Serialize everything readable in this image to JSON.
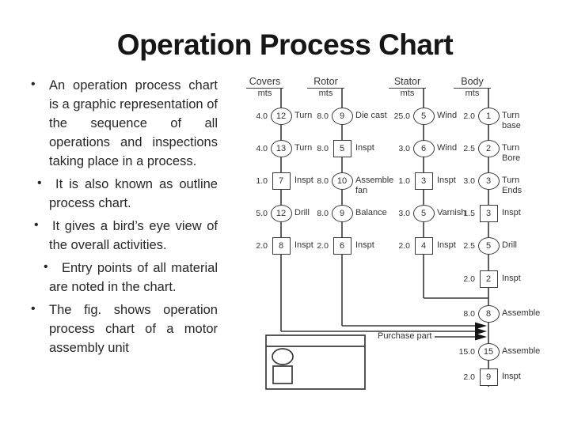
{
  "slide": {
    "title": "Operation Process Chart"
  },
  "bullets_meta": {
    "char": "•"
  },
  "bullets": [
    "An operation process chart is a graphic representation of the sequence of all operations and inspections taking place in a process.",
    "It is also known as outline process chart.",
    "It gives a bird’s eye view of the overall activities.",
    "Entry points of all material are noted in the chart.",
    "The fig. shows operation process chart of a motor assembly unit"
  ],
  "diagram": {
    "purchase_label": "Purchase part",
    "columns": [
      {
        "name": "Covers",
        "sub": "mts",
        "nodes": [
          {
            "shape": "circle",
            "time": "4.0",
            "num": "12",
            "label": "Turn"
          },
          {
            "shape": "circle",
            "time": "4.0",
            "num": "13",
            "label": "Turn"
          },
          {
            "shape": "square",
            "time": "1.0",
            "num": "7",
            "label": "Inspt"
          },
          {
            "shape": "circle",
            "time": "5.0",
            "num": "12",
            "label": "Drill"
          },
          {
            "shape": "square",
            "time": "2.0",
            "num": "8",
            "label": "Inspt"
          }
        ]
      },
      {
        "name": "Rotor",
        "sub": "mts",
        "nodes": [
          {
            "shape": "circle",
            "time": "8.0",
            "num": "9",
            "label": "Die cast"
          },
          {
            "shape": "square",
            "time": "8.0",
            "num": "5",
            "label": "Inspt"
          },
          {
            "shape": "circle",
            "time": "8.0",
            "num": "10",
            "label": "Assemble fan"
          },
          {
            "shape": "circle",
            "time": "8.0",
            "num": "9",
            "label": "Balance"
          },
          {
            "shape": "square",
            "time": "2.0",
            "num": "6",
            "label": "Inspt"
          }
        ]
      },
      {
        "name": "Stator",
        "sub": "mts",
        "nodes": [
          {
            "shape": "circle",
            "time": "25.0",
            "num": "5",
            "label": "Wind"
          },
          {
            "shape": "circle",
            "time": "3.0",
            "num": "6",
            "label": "Wind"
          },
          {
            "shape": "square",
            "time": "1.0",
            "num": "3",
            "label": "Inspt"
          },
          {
            "shape": "circle",
            "time": "3.0",
            "num": "5",
            "label": "Varnish"
          },
          {
            "shape": "square",
            "time": "2.0",
            "num": "4",
            "label": "Inspt"
          }
        ]
      },
      {
        "name": "Body",
        "sub": "mts",
        "nodes": [
          {
            "shape": "circle",
            "time": "2.0",
            "num": "1",
            "label": "Turn base"
          },
          {
            "shape": "circle",
            "time": "2.5",
            "num": "2",
            "label": "Turn Bore"
          },
          {
            "shape": "circle",
            "time": "3.0",
            "num": "3",
            "label": "Turn Ends"
          },
          {
            "shape": "square",
            "time": "1.5",
            "num": "3",
            "label": "Inspt"
          },
          {
            "shape": "circle",
            "time": "2.5",
            "num": "5",
            "label": "Drill"
          },
          {
            "shape": "square",
            "time": "2.0",
            "num": "2",
            "label": "Inspt"
          },
          {
            "shape": "circle",
            "time": "8.0",
            "num": "8",
            "label": "Assemble"
          },
          {
            "shape": "circle",
            "time": "15.0",
            "num": "15",
            "label": "Assemble"
          },
          {
            "shape": "square",
            "time": "2.0",
            "num": "9",
            "label": "Inspt"
          }
        ]
      }
    ]
  }
}
